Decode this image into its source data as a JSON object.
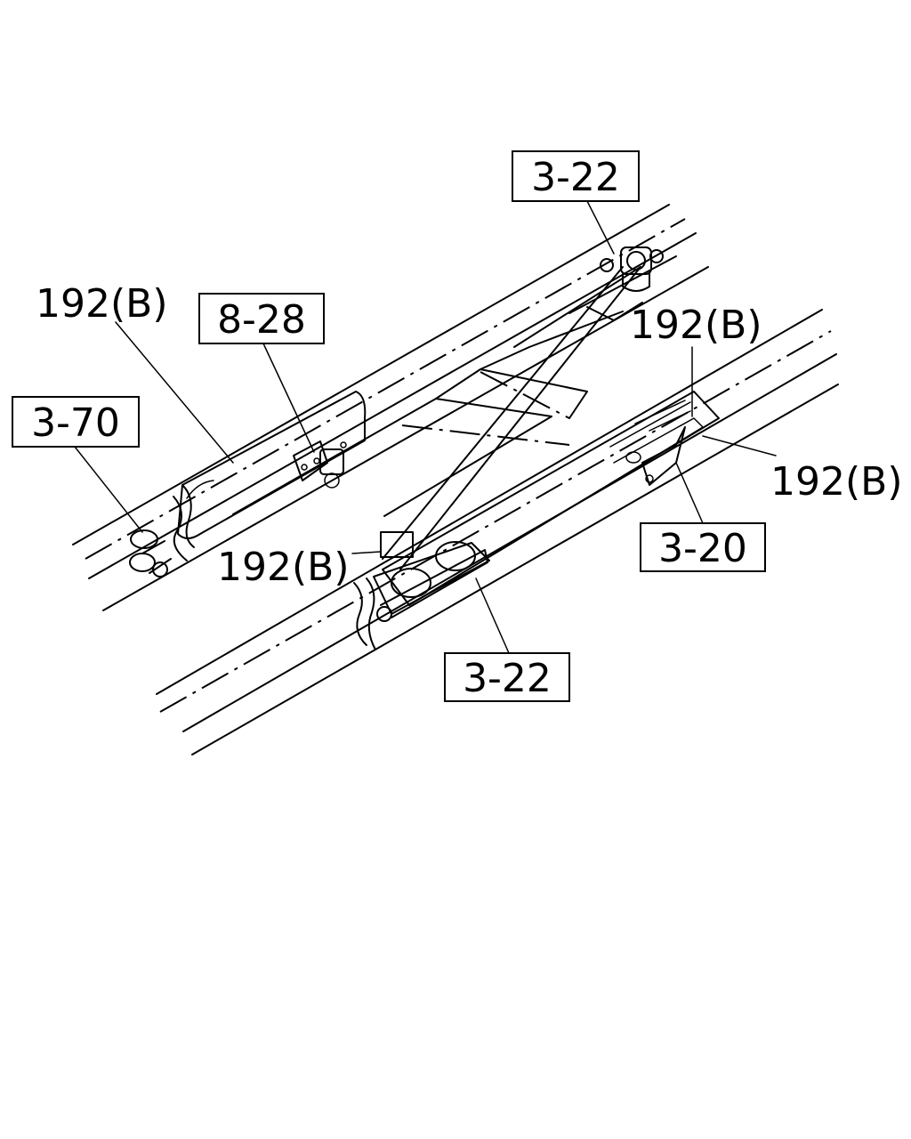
{
  "callouts": {
    "c322_top": "3-22",
    "c828": "8-28",
    "c370": "3-70",
    "c320": "3-20",
    "c322_bottom": "3-22",
    "p192_a": "192(B)",
    "p192_b": "192(B)",
    "p192_c": "192(B)",
    "p192_d": "192(B)"
  }
}
